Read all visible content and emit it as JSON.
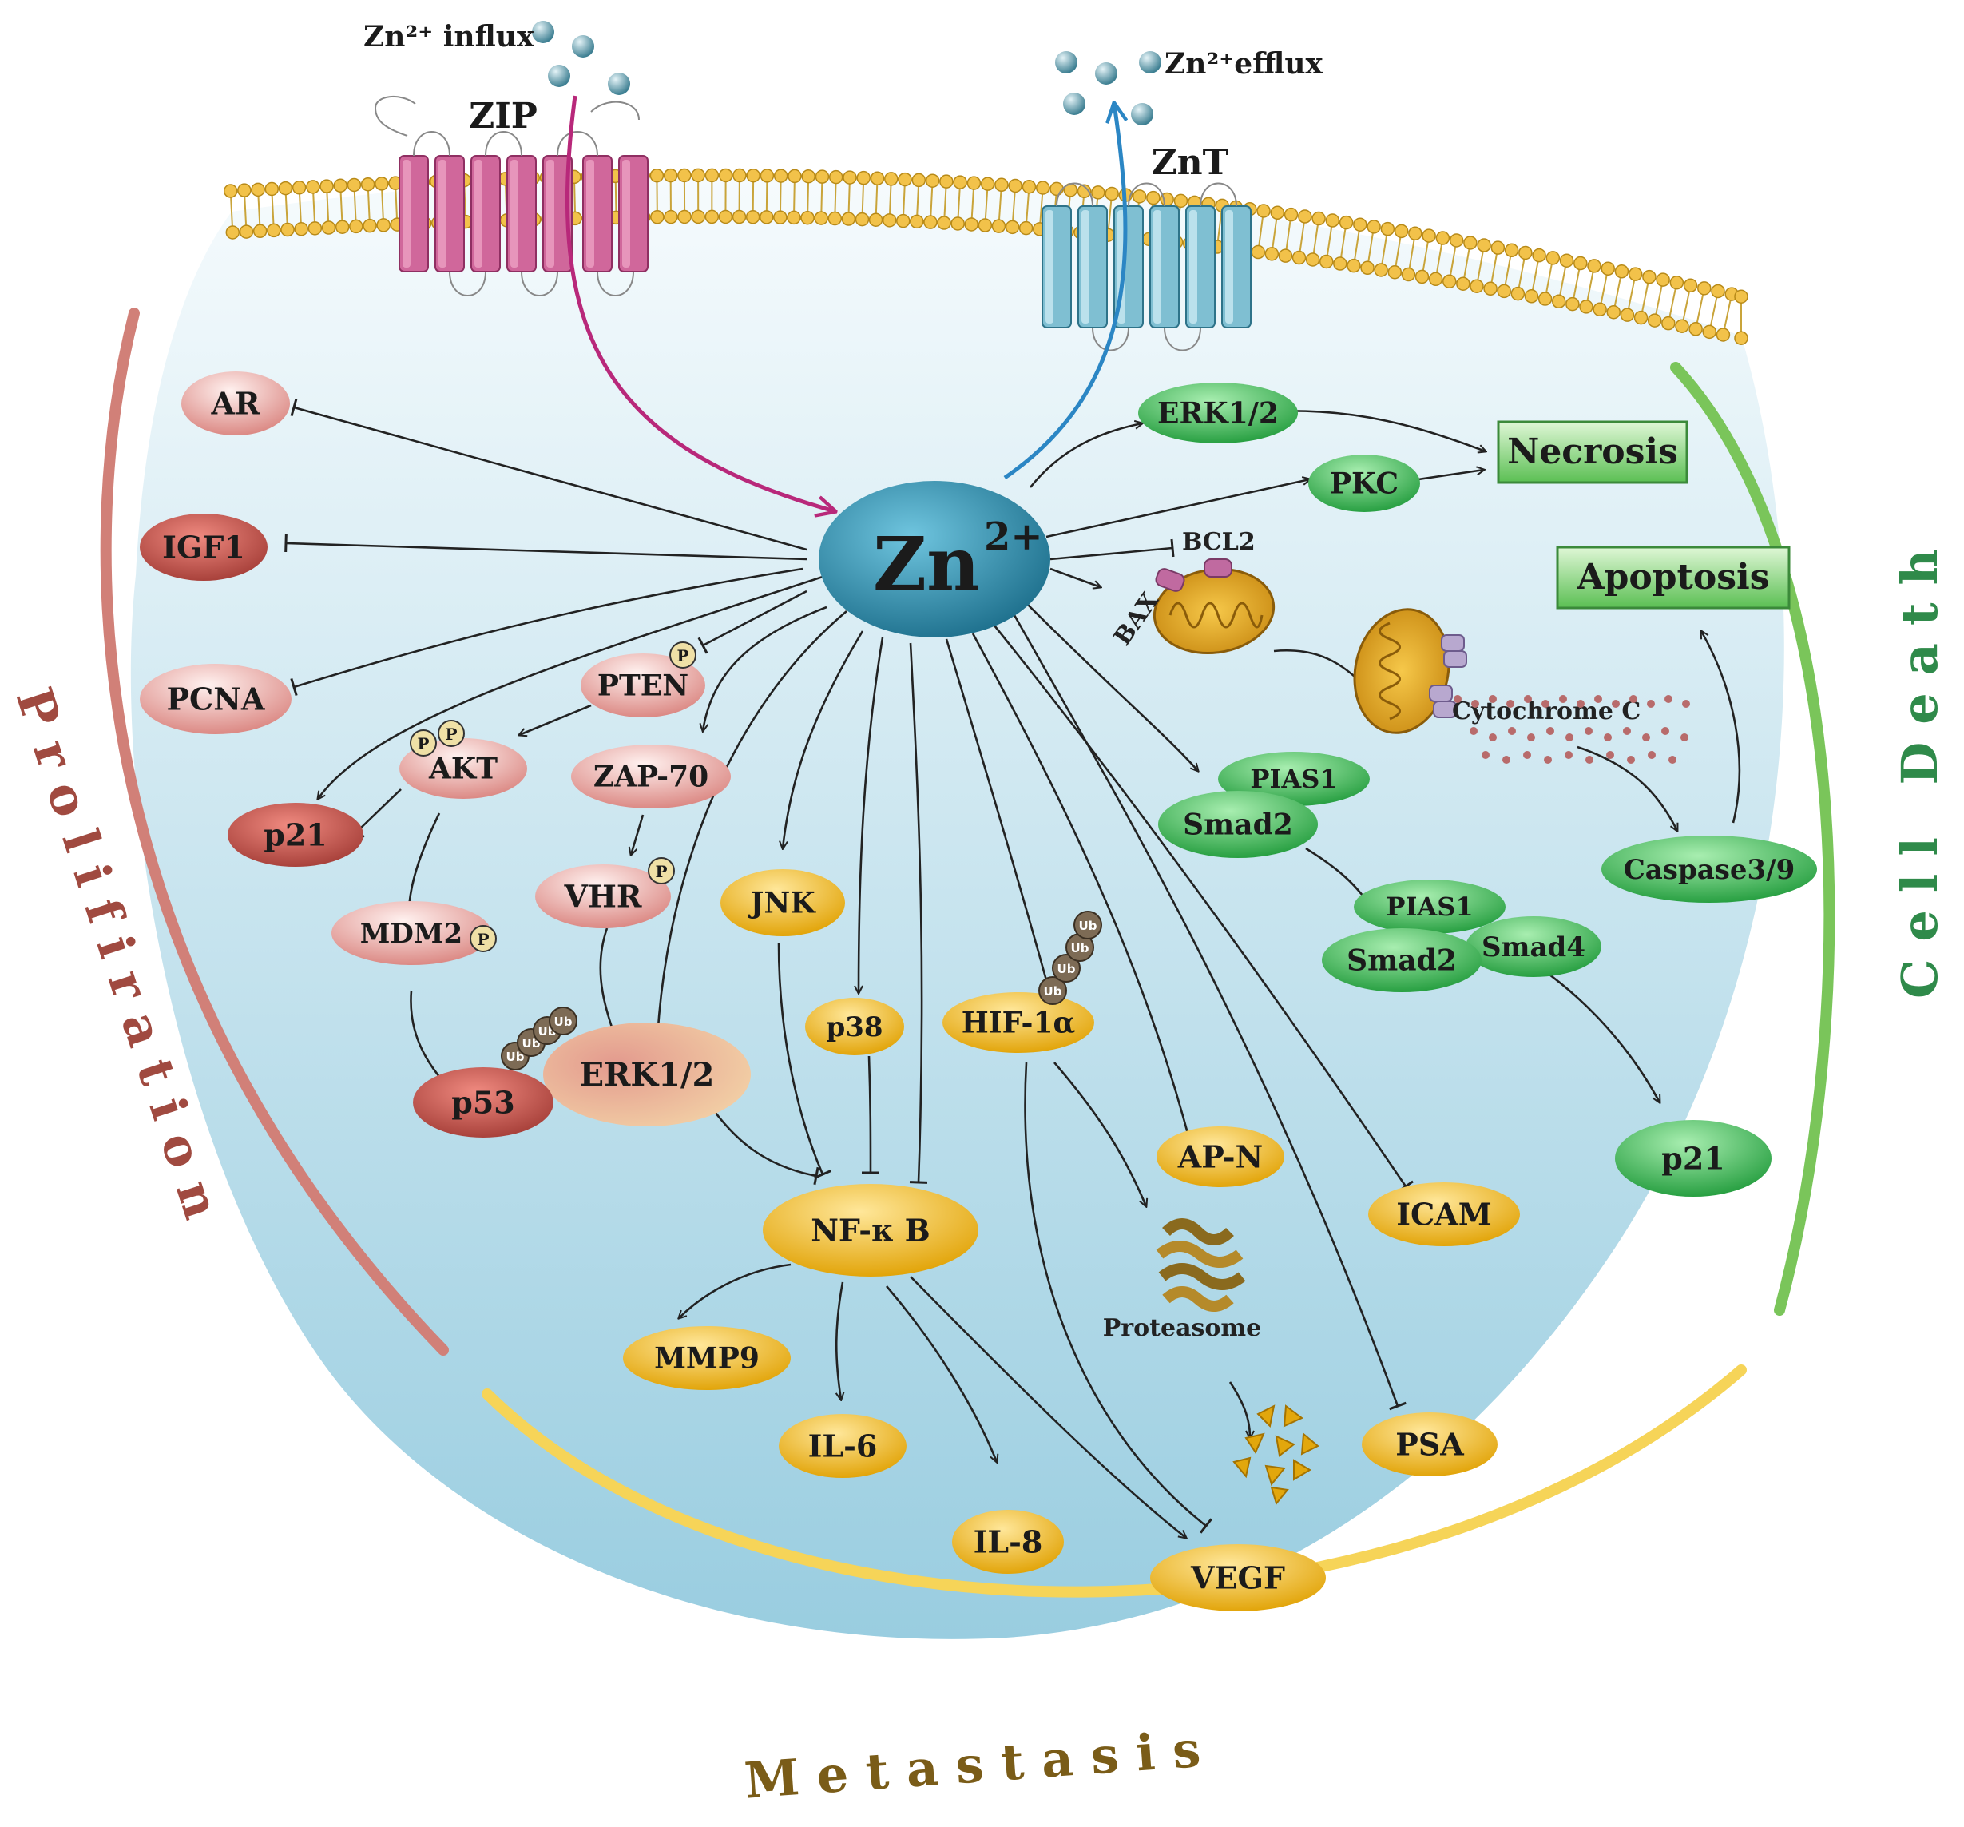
{
  "colors": {
    "cytoplasm_top": "#f4fafc",
    "cytoplasm_bottom": "#9fd0e0",
    "membrane_head": "#f2c24a",
    "zip": "#d0679b",
    "znt": "#7fbfd2",
    "zinc_center": "#2a89a8",
    "red_node": "#c6574f",
    "pink_node": "#e9a5a0",
    "yellow_node": "#f2b91d",
    "green_node": "#35b24a",
    "proliferation": "#d18078",
    "metastasis": "#f6d458",
    "cell_death": "#7ac55a",
    "influx_arrow": "#b8287a",
    "efflux_arrow": "#2b86c4"
  },
  "transport": {
    "influx": "Zn²⁺ influx",
    "efflux": "Zn²⁺efflux",
    "zip": "ZIP",
    "znt": "ZnT"
  },
  "center": {
    "label": "Zn",
    "superscript": "2+"
  },
  "nodes": {
    "ar": "AR",
    "igf1": "IGF1",
    "pcna": "PCNA",
    "p21_red": "p21",
    "akt": "AKT",
    "pten": "PTEN",
    "zap70": "ZAP-70",
    "vhr": "VHR",
    "mdm2": "MDM2",
    "p53": "p53",
    "erk_left": "ERK1/2",
    "jnk": "JNK",
    "p38": "p38",
    "hif": "HIF-1α",
    "nfkb": "NF-κ B",
    "mmp9": "MMP9",
    "il6": "IL-6",
    "il8": "IL-8",
    "vegf": "VEGF",
    "apn": "AP-N",
    "icam": "ICAM",
    "psa": "PSA",
    "erk_right": "ERK1/2",
    "pkc": "PKC",
    "pias1_a": "PIAS1",
    "smad2_a": "Smad2",
    "pias1_b": "PIAS1",
    "smad2_b": "Smad2",
    "smad4": "Smad4",
    "p21_green": "p21",
    "caspase": "Caspase3/9",
    "bcl2": "BCL2",
    "bax": "BAX",
    "cytochrome": "Cytochrome C",
    "proteasome": "Proteasome",
    "phospho": "P",
    "ubiquitin": "Ub"
  },
  "outcomes": {
    "necrosis": "Necrosis",
    "apoptosis": "Apoptosis"
  },
  "regions": {
    "proliferation": "Prolifiration",
    "metastasis": "Metastasis",
    "cell_death": "Cell Death"
  }
}
